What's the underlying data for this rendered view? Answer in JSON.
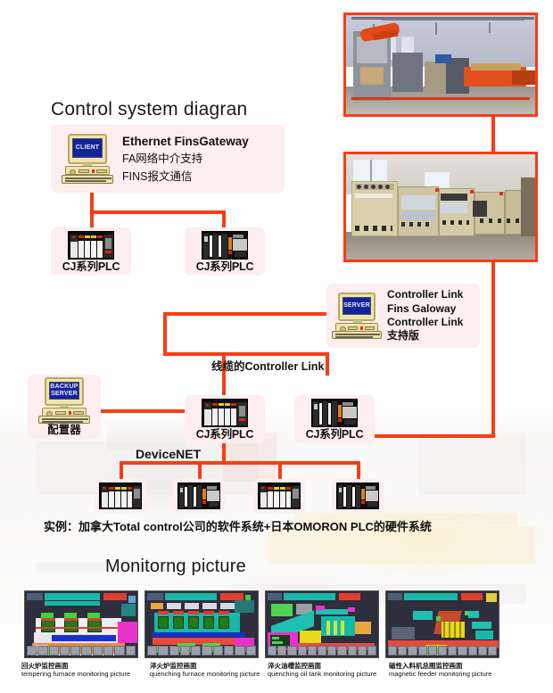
{
  "diagram": {
    "title": "Control system diagran",
    "gateway": {
      "screen_label": "CLIENT",
      "heading": "Ethernet FinsGateway",
      "line2": "FA网络中介支持",
      "line3": "FINS报文通信"
    },
    "plc_top_left": {
      "label": "CJ系列PLC"
    },
    "plc_top_right": {
      "label": "CJ系列PLC"
    },
    "server": {
      "screen_label": "SERVER",
      "lines": [
        "Controller Link",
        "Fins Galoway",
        "Controller Link",
        "支持版"
      ]
    },
    "backup_server": {
      "screen_label_line1": "BACKUP",
      "screen_label_line2": "SERVER",
      "label": "配置器"
    },
    "plc_mid_left": {
      "label": "CJ系列PLC"
    },
    "plc_mid_right": {
      "label": "CJ系列PLC"
    },
    "net_labels": {
      "controller_link_cable": "线缆的Controller Link",
      "devicenet": "DeviceNET"
    },
    "example_note": "实例：加拿大Total control公司的软件系统+日本OMORON PLC的硬件系统"
  },
  "photos": [
    {
      "name": "production-line-photo",
      "alt": "heat treatment production line in factory"
    },
    {
      "name": "control-cabinet-photo",
      "alt": "electrical control cabinets row"
    }
  ],
  "monitoring": {
    "title": "Monitorng picture",
    "items": [
      {
        "cn": "回火炉监控画面",
        "en": "tempering furnace monitoring picture"
      },
      {
        "cn": "淬火炉监控画面",
        "en": "quenching furnace monitoring picture"
      },
      {
        "cn": "淬火油槽监控画面",
        "en": "quenching oil tank monitoring picture"
      },
      {
        "cn": "磁性入料机总图监控画面",
        "en": "magnetic feeder monitoring picture"
      }
    ]
  },
  "colors": {
    "wire": "#fa3c14",
    "node_bg": "#fdeeef",
    "screen_blue": "#12249c",
    "case_beige": "#efe4ac"
  }
}
